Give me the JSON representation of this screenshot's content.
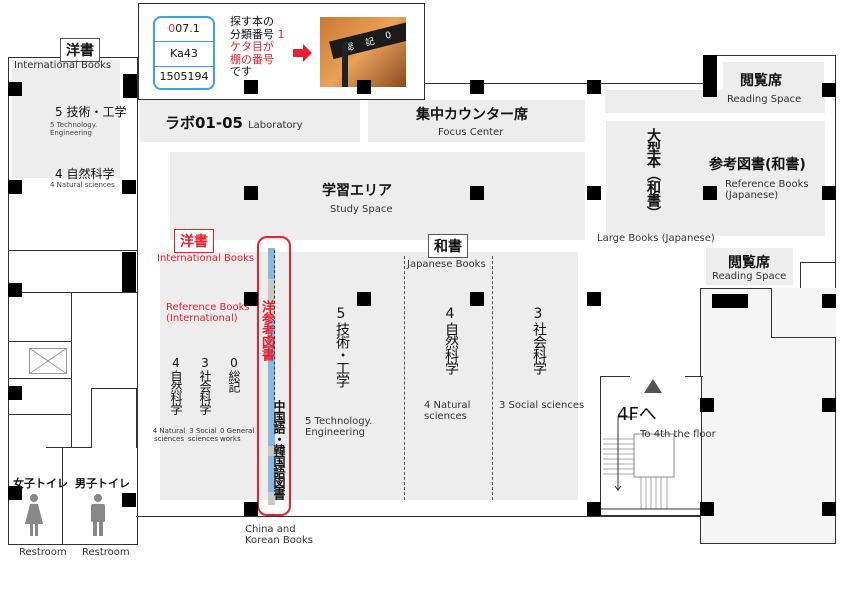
{
  "info_box": {
    "call_number": {
      "first_digit": "0",
      "rest": "07.1",
      "line2": "Ka43",
      "line3": "1505194"
    },
    "text_lines": [
      "探す本の",
      "分類番号",
      "ケタ目が",
      "棚の番号",
      "です"
    ],
    "highlight_1": "1",
    "sign_text": [
      "総",
      "記",
      "0"
    ],
    "arrow": "right-arrow"
  },
  "left_wing": {
    "header_jp": "洋書",
    "header_en": "International Books",
    "sec5_jp": "5 技術・工学",
    "sec5_en": "5 Technology. Engineering",
    "sec4_jp": "4 自然科学",
    "sec4_en": "4 Natural sciences",
    "women_jp": "女子トイレ",
    "men_jp": "男子トイレ",
    "restroom_en": "Restroom"
  },
  "rooms": {
    "lab_jp": "ラボ01-05",
    "lab_en": "Laboratory",
    "focus_jp": "集中カウンター席",
    "focus_en": "Focus Center",
    "study_jp": "学習エリア",
    "study_en": "Study Space",
    "reading_jp": "閲覧席",
    "reading_en": "Reading Space",
    "large_jp": "大型本（和書）",
    "large_en": "Large Books (Japanese)",
    "ref_jp_jp": "参考図書(和書)",
    "ref_jp_en": "Reference Books (Japanese)"
  },
  "intl": {
    "header_jp": "洋書",
    "header_en": "International Books",
    "ref_en": "Reference Books (International)",
    "ref_strip_jp": "洋参考図書",
    "ck_jp": "中国語・韓国語図書",
    "ck_en": "China and Korean Books",
    "shelves": [
      {
        "num": "4",
        "jp": "自然科学",
        "en": "4 Natural sciences"
      },
      {
        "num": "3",
        "jp": "社会科学",
        "en": "3 Social sciences"
      },
      {
        "num": "0",
        "jp": "総記",
        "en": "0 General works"
      }
    ]
  },
  "japanese": {
    "header_jp": "和書",
    "header_en": "Japanese Books",
    "shelves": [
      {
        "num": "5",
        "jp": "技術・工学",
        "en": "5 Technology. Engineering"
      },
      {
        "num": "4",
        "jp": "自然科学",
        "en": "4 Natural sciences"
      },
      {
        "num": "3",
        "jp": "社会科学",
        "en": "3 Social sciences"
      }
    ]
  },
  "stairs": {
    "jp": "4Fへ",
    "en": "To 4th the floor"
  },
  "colors": {
    "red": "#e8202f",
    "blue": "#88b8e0",
    "gray": "#ededed"
  }
}
